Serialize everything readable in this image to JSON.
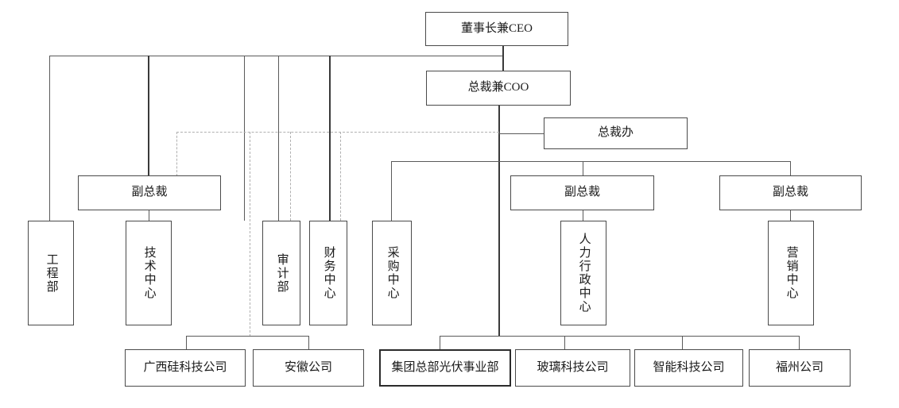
{
  "chart": {
    "title": "Organizational Structure Chart",
    "type": "org-chart",
    "nodes": {
      "ceo": {
        "label": "董事长兼CEO"
      },
      "coo": {
        "label": "总裁兼COO"
      },
      "president_office": {
        "label": "总裁办"
      },
      "vp1": {
        "label": "副总裁"
      },
      "vp2": {
        "label": "副总裁"
      },
      "vp3": {
        "label": "副总裁"
      },
      "engineering": {
        "label": "工程部"
      },
      "tech_center": {
        "label": "技术中心"
      },
      "audit": {
        "label": "审计部"
      },
      "finance_center": {
        "label": "财务中心"
      },
      "procurement_center": {
        "label": "采购中心"
      },
      "hr_admin_center": {
        "label": "人力行政中心"
      },
      "marketing_center": {
        "label": "营销中心"
      },
      "guangxi_silicon": {
        "label": "广西硅科技公司"
      },
      "anhui_company": {
        "label": "安徽公司"
      },
      "pv_division": {
        "label": "集团总部光伏事业部"
      },
      "glass_tech": {
        "label": "玻璃科技公司"
      },
      "smart_tech": {
        "label": "智能科技公司"
      },
      "fuzhou_company": {
        "label": "福州公司"
      }
    },
    "colors": {
      "box_border": "#4a4a4a",
      "box_border_emphasis": "#2b2b2b",
      "solid_line": "#5a5a5a",
      "dashed_line": "#b0b0b0",
      "text": "#1a1a1a",
      "background": "#ffffff"
    }
  }
}
